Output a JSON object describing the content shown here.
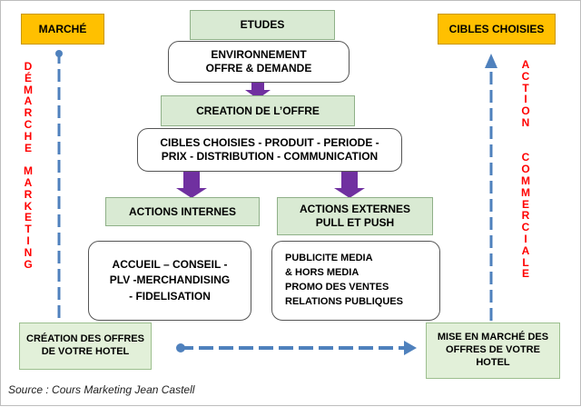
{
  "diagram": {
    "marche": "MARCHÉ",
    "cibles_choisies": "CIBLES CHOISIES",
    "etudes": "ETUDES",
    "environnement": [
      "ENVIRONNEMENT",
      "OFFRE & DEMANDE"
    ],
    "creation_offre": "CREATION DE L’OFFRE",
    "mix": [
      "CIBLES CHOISIES - PRODUIT - PERIODE -",
      "PRIX - DISTRIBUTION - COMMUNICATION"
    ],
    "actions_internes": "ACTIONS INTERNES",
    "actions_externes": [
      "ACTIONS EXTERNES",
      "PULL ET PUSH"
    ],
    "internes_details": [
      "ACCUEIL – CONSEIL -",
      "PLV  -MERCHANDISING",
      "- FIDELISATION"
    ],
    "externes_details": [
      "PUBLICITE MEDIA",
      "& HORS MEDIA",
      "PROMO DES VENTES",
      "RELATIONS PUBLIQUES"
    ],
    "creation_offres_hotel": [
      "CRÉATION DES OFFRES",
      "DE VOTRE HOTEL"
    ],
    "mise_en_marche": [
      "MISE EN MARCHÉ DES",
      "OFFRES DE VOTRE",
      "HOTEL"
    ],
    "demarche_marketing": [
      "D",
      "É",
      "M",
      "A",
      "R",
      "C",
      "H",
      "E",
      "",
      "M",
      "A",
      "R",
      "K",
      "E",
      "T",
      "I",
      "N",
      "G"
    ],
    "action_commerciale": [
      "A",
      "C",
      "T",
      "I",
      "O",
      "N",
      "",
      "",
      "C",
      "O",
      "M",
      "M",
      "E",
      "R",
      "C",
      "I",
      "A",
      "L",
      "E"
    ]
  },
  "source": "Source : Cours Marketing Jean Castell",
  "colors": {
    "arrow_purple": "#7030a0",
    "arrow_blue": "#4f81bd",
    "vertical_text": "#ff0000",
    "yellow": "#ffc000"
  }
}
